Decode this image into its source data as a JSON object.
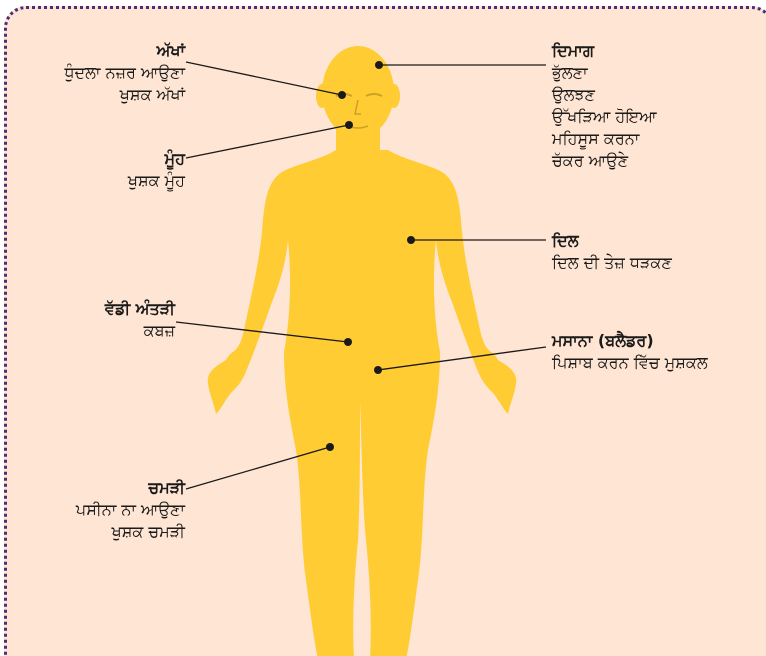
{
  "labels": {
    "eyes": {
      "title": "ਅੱਖਾਂ",
      "items": [
        "ਧੁੰਦਲਾ ਨਜ਼ਰ ਆਉਣਾ",
        "ਖੁਸ਼ਕ ਅੱਖਾਂ"
      ]
    },
    "mouth": {
      "title": "ਮੂੰਹ",
      "items": [
        "ਖੁਸ਼ਕ ਮੂੰਹ"
      ]
    },
    "brain": {
      "title": "ਦਿਮਾਗ",
      "items": [
        "ਭੁੱਲਣਾ",
        "ਉਲਝਣ",
        "ਉੱਖੜਿਆ ਹੋਇਆ",
        "ਮਹਿਸੂਸ ਕਰਨਾ",
        "ਚੱਕਰ ਆਉਣੇ"
      ]
    },
    "heart": {
      "title": "ਦਿਲ",
      "items": [
        "ਦਿਲ ਦੀ ਤੇਜ਼ ਧੜਕਣ"
      ]
    },
    "large_intestine": {
      "title": "ਵੱਡੀ ਅੰਤੜੀ",
      "items": [
        "ਕਬਜ਼"
      ]
    },
    "bladder": {
      "title": "ਮਸਾਨਾ (ਬਲੈਡਰ)",
      "items": [
        "ਪਿਸ਼ਾਬ ਕਰਨ ਵਿੱਚ ਮੁਸ਼ਕਲ"
      ]
    },
    "skin": {
      "title": "ਚਮੜੀ",
      "items": [
        "ਪਸੀਨਾ ਨਾ ਆਉਣਾ",
        "ਖੁਸ਼ਕ ਚਮੜੀ"
      ]
    }
  },
  "colors": {
    "panel_background": "#ffe5d3",
    "panel_border": "#4d2c7a",
    "body_fill": "#ffcc33",
    "line": "#1a1a1a"
  }
}
